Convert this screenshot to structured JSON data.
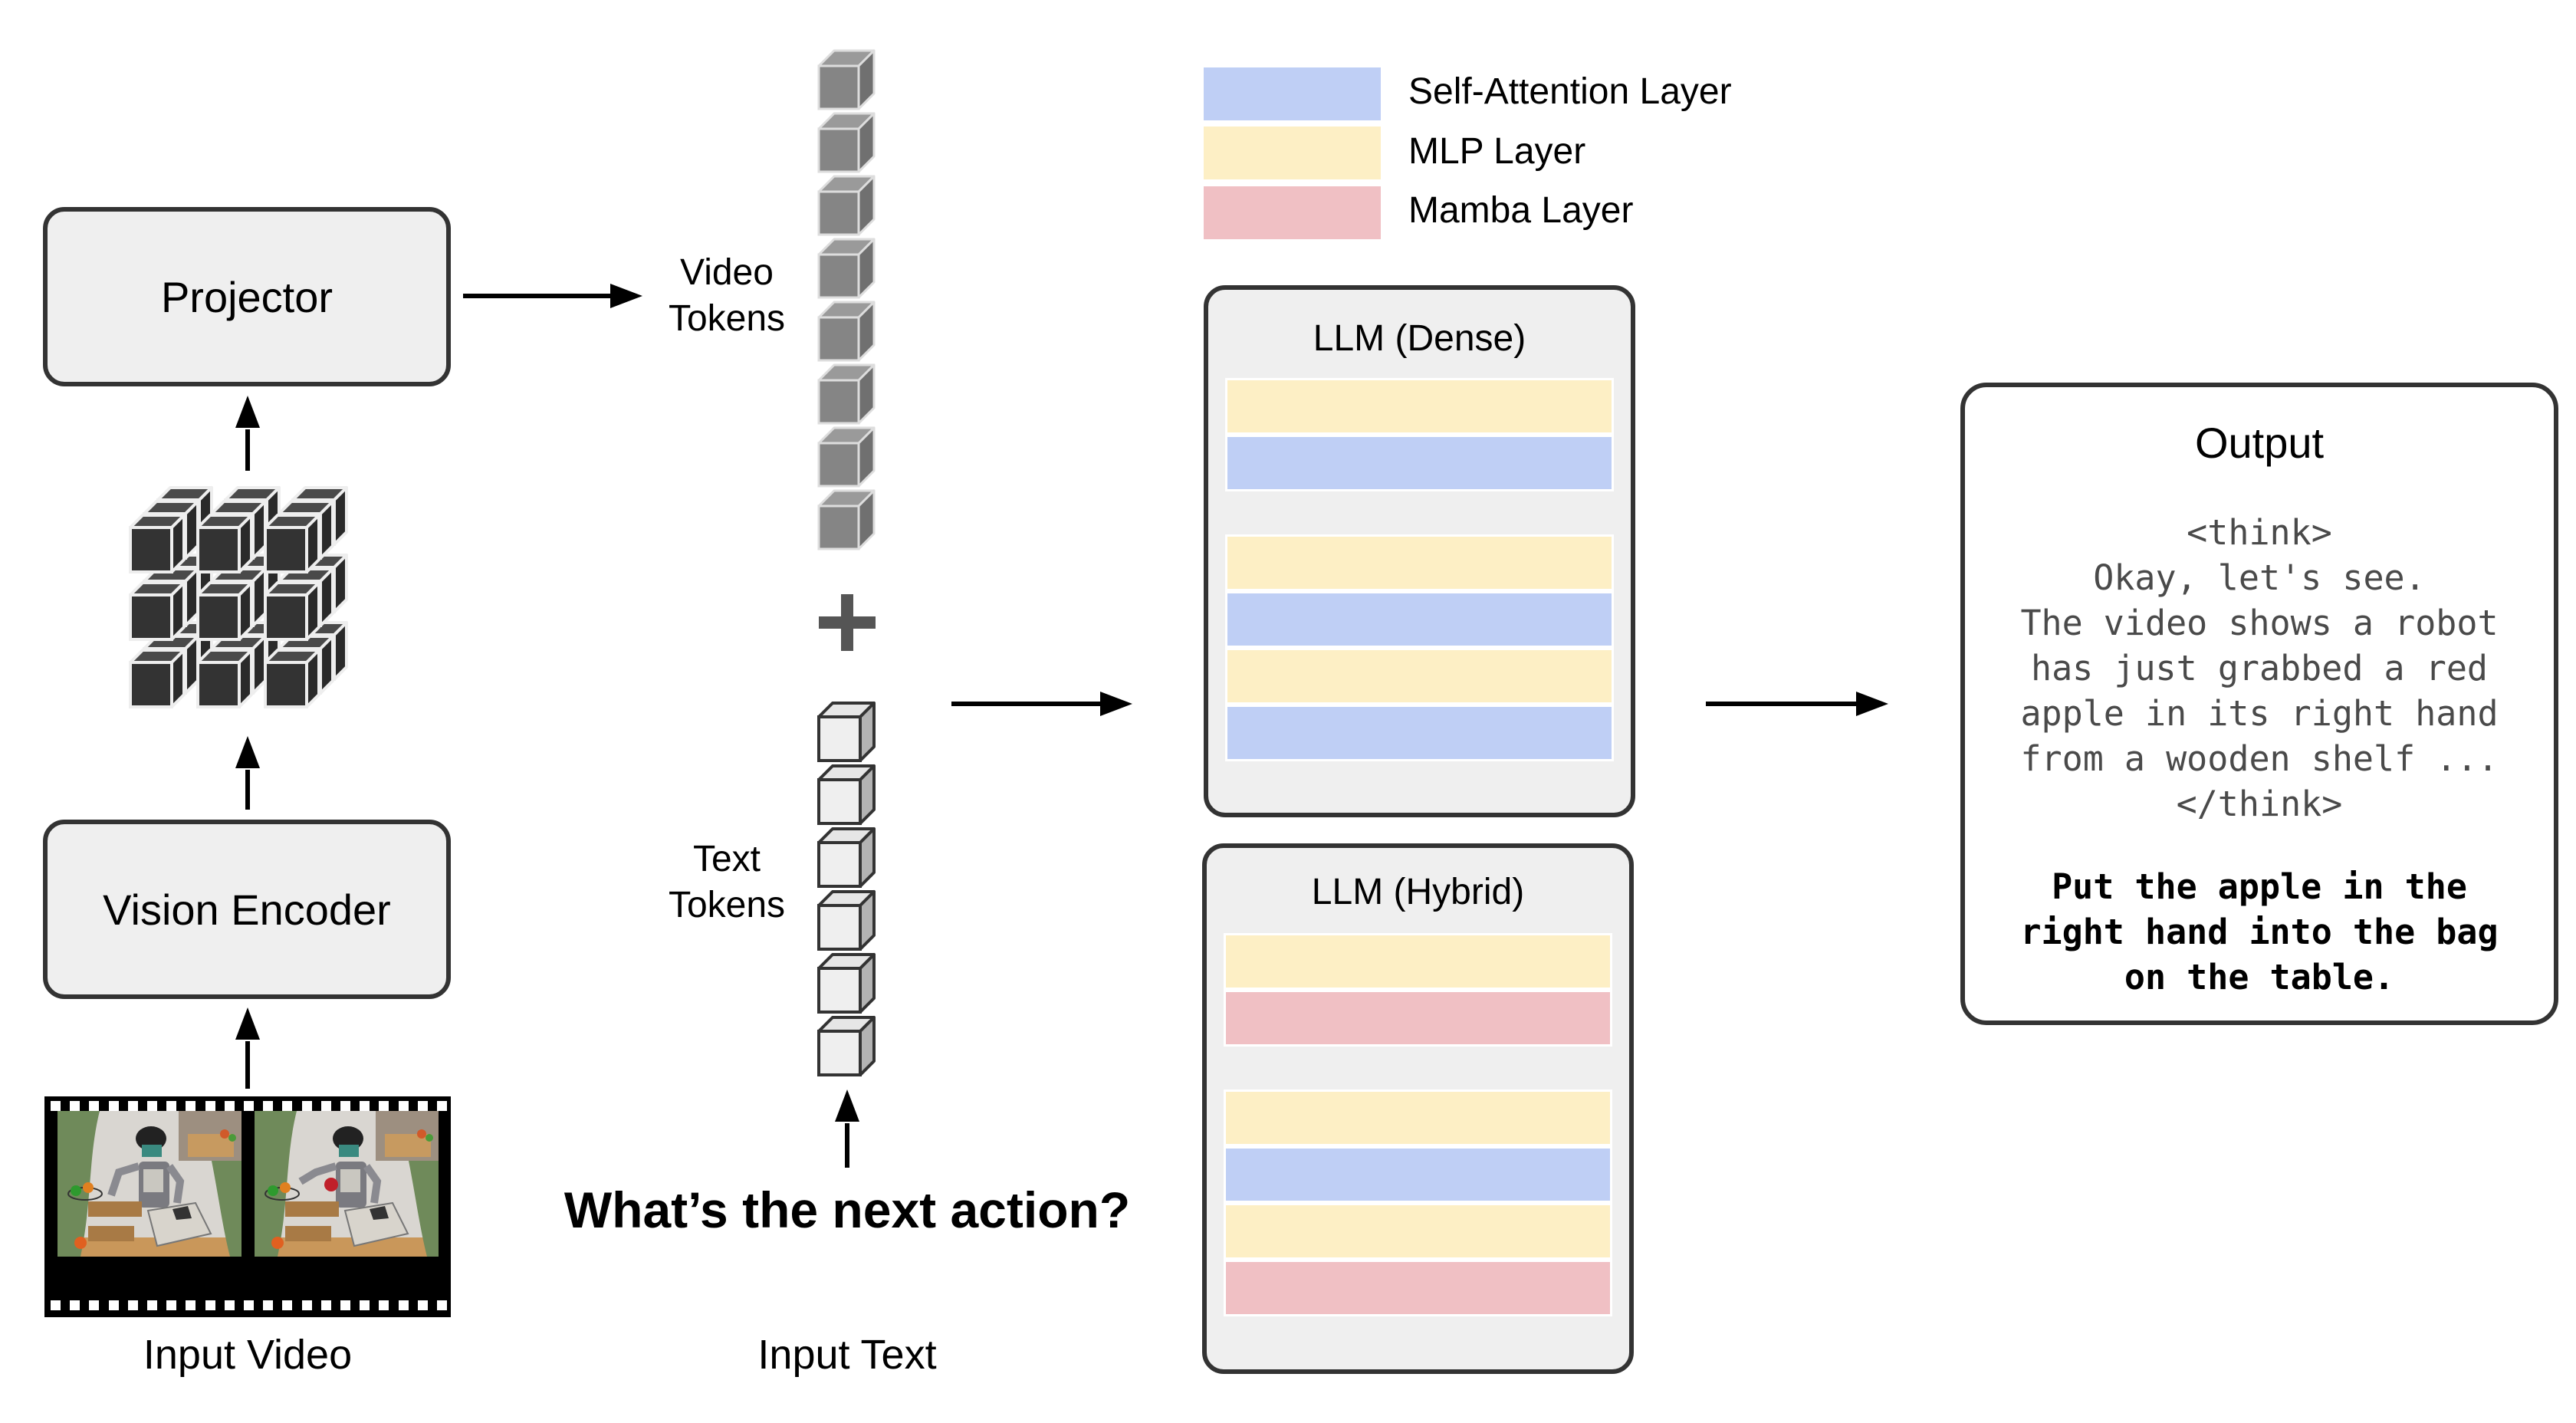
{
  "legend": {
    "items": [
      {
        "label": "Self-Attention Layer",
        "color": "#bfcff5"
      },
      {
        "label": "MLP Layer",
        "color": "#fdefc5"
      },
      {
        "label": "Mamba Layer",
        "color": "#f0c0c4"
      }
    ]
  },
  "blocks": {
    "projector": "Projector",
    "vision_encoder": "Vision Encoder"
  },
  "inputs": {
    "video_label": "Input Video",
    "text_label": "Input Text",
    "question": "What’s the next action?"
  },
  "tokens": {
    "video_label_line1": "Video",
    "video_label_line2": "Tokens",
    "video_count": 8,
    "text_label_line1": "Text",
    "text_label_line2": "Tokens",
    "text_count": 6,
    "plus": "+"
  },
  "llm_dense": {
    "title": "LLM (Dense)",
    "top_layers": [
      "mlp",
      "attention"
    ],
    "bottom_layers": [
      "mlp",
      "attention",
      "mlp",
      "attention"
    ]
  },
  "llm_hybrid": {
    "title": "LLM (Hybrid)",
    "top_layers": [
      "mlp",
      "mamba"
    ],
    "bottom_layers": [
      "mlp",
      "attention",
      "mlp",
      "mamba"
    ]
  },
  "output": {
    "title": "Output",
    "think_lines": [
      "<think>",
      "Okay, let's see.",
      "The video shows a robot",
      "has just grabbed a red",
      "apple in its right hand",
      "from a wooden shelf ...",
      "</think>"
    ],
    "answer_lines": [
      "Put the apple in the",
      "right hand into the bag",
      "on the table."
    ]
  },
  "colors": {
    "attention": "#bfcff5",
    "mlp": "#fdefc5",
    "mamba": "#f0c0c4",
    "box_fill": "#efefef",
    "box_border": "#333333",
    "video_token": "#858585",
    "text_token": "#efefef"
  }
}
